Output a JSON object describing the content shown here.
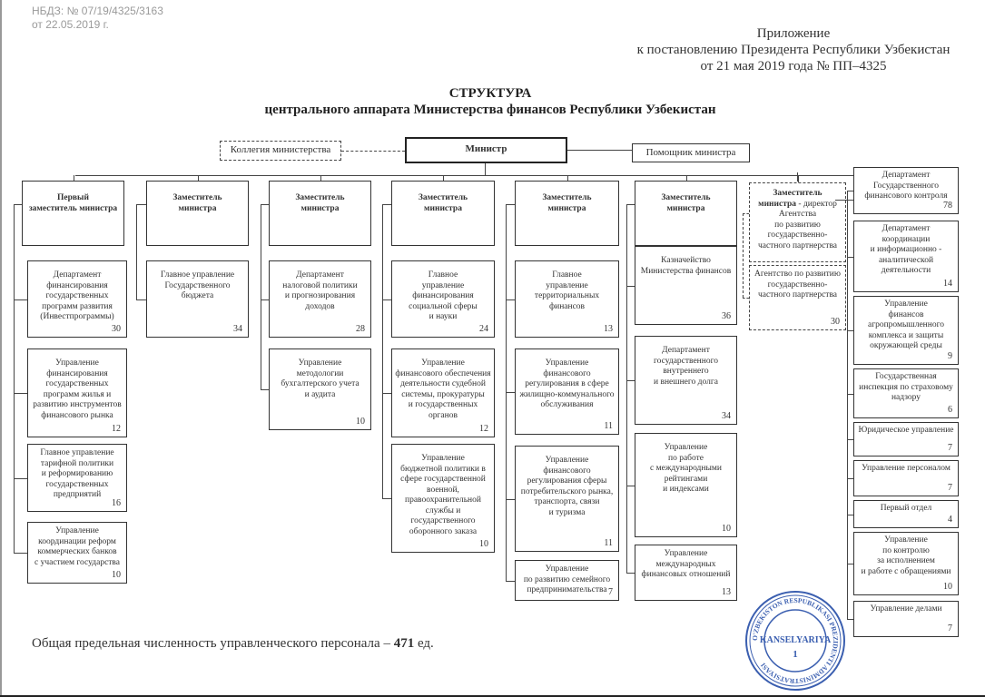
{
  "registration": {
    "number": "НБДЗ: № 07/19/4325/3163",
    "date": "от 22.05.2019 г."
  },
  "appendix": {
    "line1": "Приложение",
    "line2": "к постановлению Президента Республики Узбекистан",
    "line3": "от 21 мая 2019 года № ПП–4325"
  },
  "title": {
    "main": "СТРУКТУРА",
    "subtitle": "центрального аппарата Министерства финансов Республики Узбекистан"
  },
  "top": {
    "collegium": "Коллегия министерства",
    "minister": "Министр",
    "assistant": "Помощник министра"
  },
  "columns": [
    {
      "head": "Первый\nзаместитель министра",
      "units": [
        {
          "name": "Департамент\nфинансирования\nгосударственных\nпрограмм развития\n(Инвестпрограммы)",
          "count": "30"
        },
        {
          "name": "Управление\nфинансирования\nгосударственных\nпрограмм жилья и\nразвитию инструментов\nфинансового рынка",
          "count": "12"
        },
        {
          "name": "Главное управление\nтарифной политики\nи реформированию\nгосударственных\nпредприятий",
          "count": "16"
        },
        {
          "name": "Управление\nкоординации реформ\nкоммерческих банков\nс участием государства",
          "count": "10"
        }
      ]
    },
    {
      "head": "Заместитель\nминистра",
      "units": [
        {
          "name": "Главное управление\nГосударственного\nбюджета",
          "count": "34"
        }
      ]
    },
    {
      "head": "Заместитель\nминистра",
      "units": [
        {
          "name": "Департамент\nналоговой политики\nи прогнозирования\nдоходов",
          "count": "28"
        },
        {
          "name": "Управление\nметодологии\nбухгалтерского учета\nи аудита",
          "count": "10"
        }
      ]
    },
    {
      "head": "Заместитель\nминистра",
      "units": [
        {
          "name": "Главное\nуправление\nфинансирования\nсоциальной сферы\nи науки",
          "count": "24"
        },
        {
          "name": "Управление\nфинансового обеспечения\nдеятельности судебной\nсистемы, прокуратуры\nи государственных\nорганов",
          "count": "12"
        },
        {
          "name": "Управление\nбюджетной политики в\nсфере государственной\nвоенной,\nправоохранительной\nслужбы и\nгосударственного\nоборонного заказа",
          "count": "10"
        }
      ]
    },
    {
      "head": "Заместитель\nминистра",
      "units": [
        {
          "name": "Главное\nуправление\nтерриториальных\nфинансов",
          "count": "13"
        },
        {
          "name": "Управление\nфинансового\nрегулирования в сфере\nжилищно-коммунального\nобслуживания",
          "count": "11"
        },
        {
          "name": "Управление\nфинансового\nрегулирования сферы\nпотребительского рынка,\nтранспорта, связи\nи туризма",
          "count": "11"
        },
        {
          "name": "Управление\nпо развитию семейного\nпредпринимательства",
          "count": "7"
        }
      ]
    },
    {
      "head": "Заместитель\nминистра",
      "units": [
        {
          "name": "Казначейство\nМинистерства финансов",
          "count": "36"
        },
        {
          "name": "Департамент\nгосударственного\nвнутреннего\nи внешнего долга",
          "count": "34"
        },
        {
          "name": "Управление\nпо работе\nс международными\nрейтингами\nи индексами",
          "count": "10"
        },
        {
          "name": "Управление\nмеждународных\nфинансовых отношений",
          "count": "13"
        }
      ]
    },
    {
      "head_bold": "Заместитель\nминистра",
      "head_rest": " - директор\nАгентства\nпо развитию\nгосударственно-\nчастного партнерства",
      "units": [
        {
          "name": "Агентство по развитию\nгосударственно-\nчастного партнерства",
          "count": "30"
        }
      ]
    }
  ],
  "direct_units": [
    {
      "name": "Департамент\nГосударственного\nфинансового контроля",
      "count": "78"
    },
    {
      "name": "Департамент\nкоординации\nи информационно -\nаналитической\nдеятельности",
      "count": "14"
    },
    {
      "name": "Управление\nфинансов\nагропромышленного\nкомплекса и защиты\nокружающей среды",
      "count": "9"
    },
    {
      "name": "Государственная\nинспекция по страховому\nнадзору",
      "count": "6"
    },
    {
      "name": "Юридическое управление",
      "count": "7"
    },
    {
      "name": "Управление персоналом",
      "count": "7"
    },
    {
      "name": "Первый отдел",
      "count": "4"
    },
    {
      "name": "Управление\nпо контролю\nза исполнением\nи работе с обращениями",
      "count": "10"
    },
    {
      "name": "Управление делами",
      "count": "7"
    }
  ],
  "footer": {
    "prefix": "Общая предельная численность управленческого персонала – ",
    "total": "471",
    "suffix": " ед."
  },
  "stamp": {
    "center": "KANSELYARIYA",
    "number": "1",
    "ring_text": "O'ZBEKISTON RESPUBLIKASI PREZIDENTI ADMINISTRATSIYASI",
    "color": "#3b5fb0"
  }
}
